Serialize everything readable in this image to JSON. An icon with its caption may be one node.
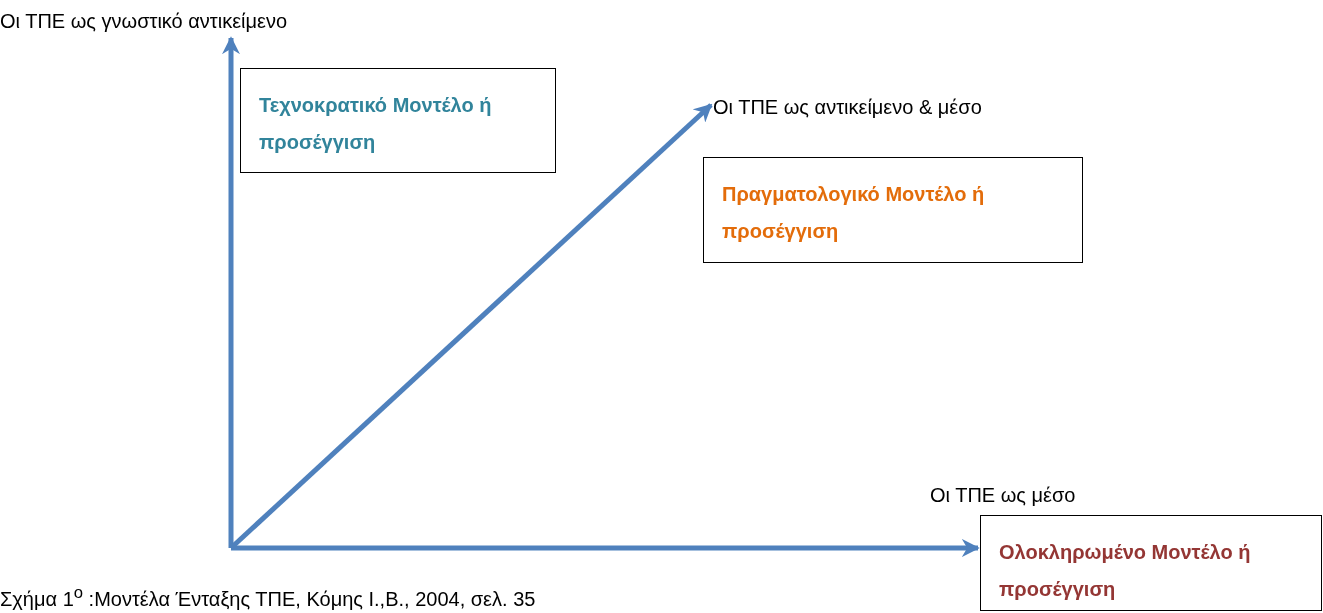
{
  "diagram": {
    "caption": "Σχήμα 1$^{ο}$ :Μοντέλα Ένταξης ΤΠΕ, Κόμης Ι.,Β., 2004, σελ. 35",
    "nodes": [
      {
        "text": [
          "Οι ΤΠΕ ως γνωστικό αντικείμενο"
        ]
      },
      {
        "text": [
          "Τεχνοκρατικό Μοντέλο ή προσέγγιση"
        ]
      },
      {
        "text": [
          "Οι ΤΠΕ ως αντικείμενο & μέσο"
        ]
      },
      {
        "text": [
          "Πραγματολογικό Μοντέλο ή προσέγγιση"
        ]
      },
      {
        "text": [
          "Οι ΤΠΕ ως μέσο"
        ]
      },
      {
        "text": [
          "Ολοκληρωμένο Μοντέλο ή προσέγγιση"
        ]
      }
    ],
    "edges": [
      {
        "from": null,
        "to": 0,
        "arrow": "to"
      },
      {
        "from": null,
        "to": 2,
        "arrow": "to"
      },
      {
        "from": null,
        "to": 5,
        "arrow": "to"
      }
    ]
  }
}
